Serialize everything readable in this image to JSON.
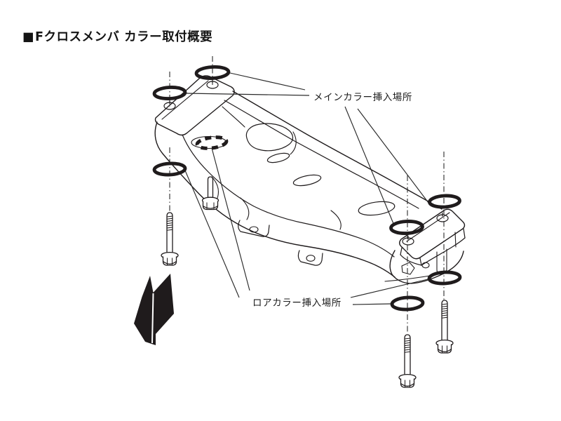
{
  "title": {
    "marker": "■",
    "text": "Fクロスメンバ カラー取付概要"
  },
  "callouts": {
    "main_collar": {
      "text": "メインカラー挿入場所",
      "points_to": [
        "front-left-oring-pair",
        "rear-upper-oring-pair"
      ]
    },
    "lower_collar": {
      "text": "ロアカラー挿入場所",
      "points_to": [
        "left-lower-oring",
        "center-hidden-collar-hole",
        "rear-lower-oring-pair"
      ]
    }
  },
  "colors": {
    "background": "#ffffff",
    "line": "#1f1b1c",
    "text": "#141414"
  },
  "icons": {
    "oring": "bold-black-ellipse-ring",
    "hidden_collar_hole": "bold-dashed-ellipse",
    "bolt": "flange-hex-bolt",
    "direction_arrow": "solid-black-bent-arrow-down-left"
  },
  "counts": {
    "orings_visible": 7,
    "hidden_collar_holes": 1,
    "bolts": 4
  }
}
